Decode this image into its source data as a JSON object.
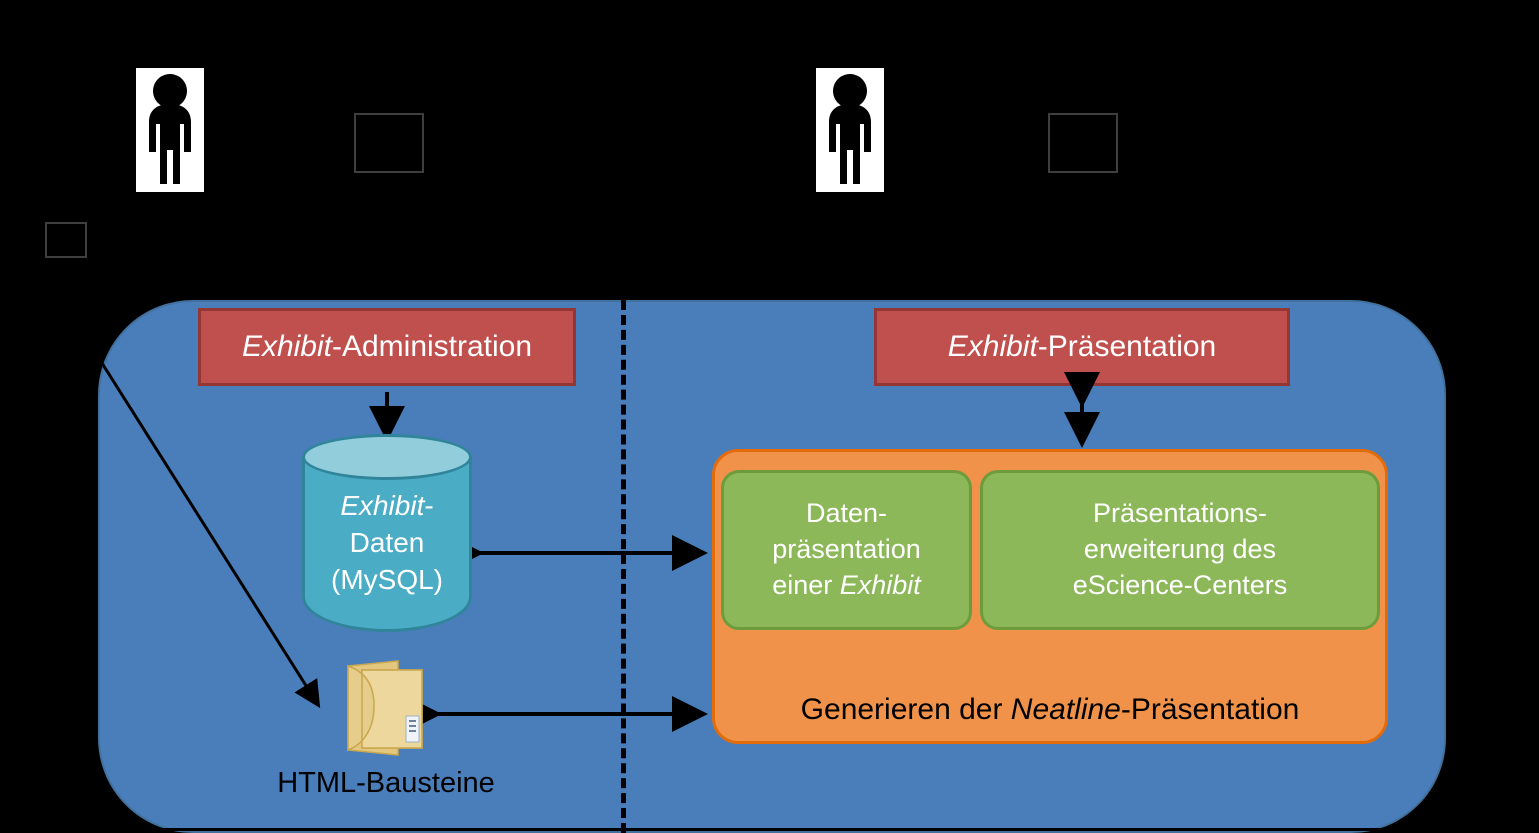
{
  "diagram": {
    "title_hidden_boxes": [
      "",
      "",
      ""
    ],
    "actors": [
      {
        "name": "actor-left",
        "label": ""
      },
      {
        "name": "actor-right",
        "label": ""
      }
    ],
    "left_header": {
      "em": "Exhibit",
      "rest": "-Administration"
    },
    "right_header": {
      "em": "Exhibit",
      "rest": "-Präsentation"
    },
    "database": {
      "line1_em": "Exhibit",
      "line1_rest": "-",
      "line2": "Daten",
      "line3": "(MySQL)"
    },
    "green_boxes": [
      {
        "line1": "Daten-",
        "line2": "präsentation",
        "line3_pre": "einer ",
        "line3_em": "Exhibit"
      },
      {
        "line1": "Präsentations-",
        "line2": "erweiterung des",
        "line3": "eScience-Centers"
      }
    ],
    "orange_caption": {
      "pre": "Generieren der ",
      "em": "Neatline",
      "post": "-Präsentation"
    },
    "folder_label": "HTML-Bausteine",
    "colors": {
      "background": "#000000",
      "panel_blue": "#4a7ebb",
      "panel_blue_border": "#41719c",
      "header_red": "#c0504d",
      "header_red_border": "#943634",
      "cylinder_teal": "#4bacc6",
      "cylinder_top": "#92cddc",
      "cylinder_border": "#31859b",
      "container_orange": "#f0924a",
      "container_orange_border": "#e36c0a",
      "box_green": "#8cb85a",
      "box_green_border": "#6e9c3c",
      "folder_tan": "#e8cf8f",
      "text_white": "#ffffff",
      "text_black": "#000000",
      "empty_box_border": "#3f3f3f"
    }
  }
}
